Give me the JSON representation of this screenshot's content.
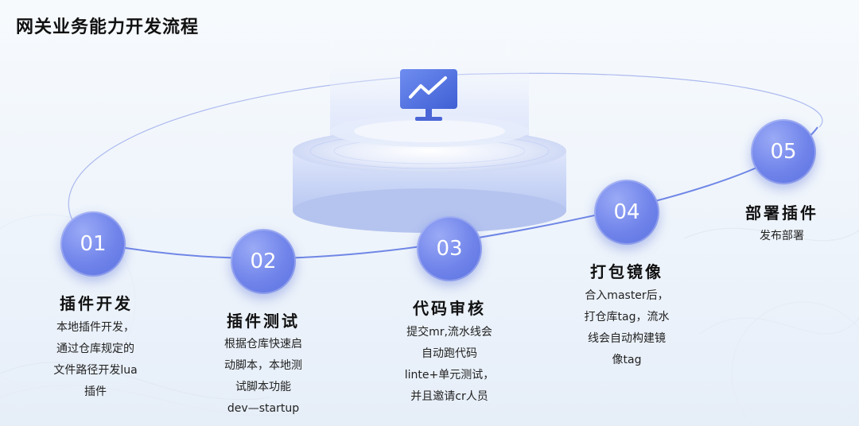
{
  "page": {
    "title": "网关业务能力开发流程"
  },
  "steps": [
    {
      "number": "01",
      "title": "插件开发",
      "lines": [
        "本地插件开发，",
        "通过仓库规定的",
        "文件路径开发lua",
        "插件"
      ]
    },
    {
      "number": "02",
      "title": "插件测试",
      "lines": [
        "根据仓库快速启",
        "动脚本，本地测",
        "试脚本功能",
        "dev—startup"
      ]
    },
    {
      "number": "03",
      "title": "代码审核",
      "lines": [
        "提交mr,流水线会",
        "自动跑代码",
        "linte+单元测试，",
        "并且邀请cr人员"
      ]
    },
    {
      "number": "04",
      "title": "打包镜像",
      "lines": [
        "合入master后，",
        "打仓库tag，流水",
        "线会自动构建镜",
        "像tag"
      ]
    },
    {
      "number": "05",
      "title": "部署插件",
      "lines": [
        "发布部署"
      ]
    }
  ],
  "icons": {
    "center": "monitor-chart-icon"
  },
  "colors": {
    "accent": "#6f83ea",
    "accent_dark": "#4b68d6",
    "track": "#6f86e6"
  }
}
